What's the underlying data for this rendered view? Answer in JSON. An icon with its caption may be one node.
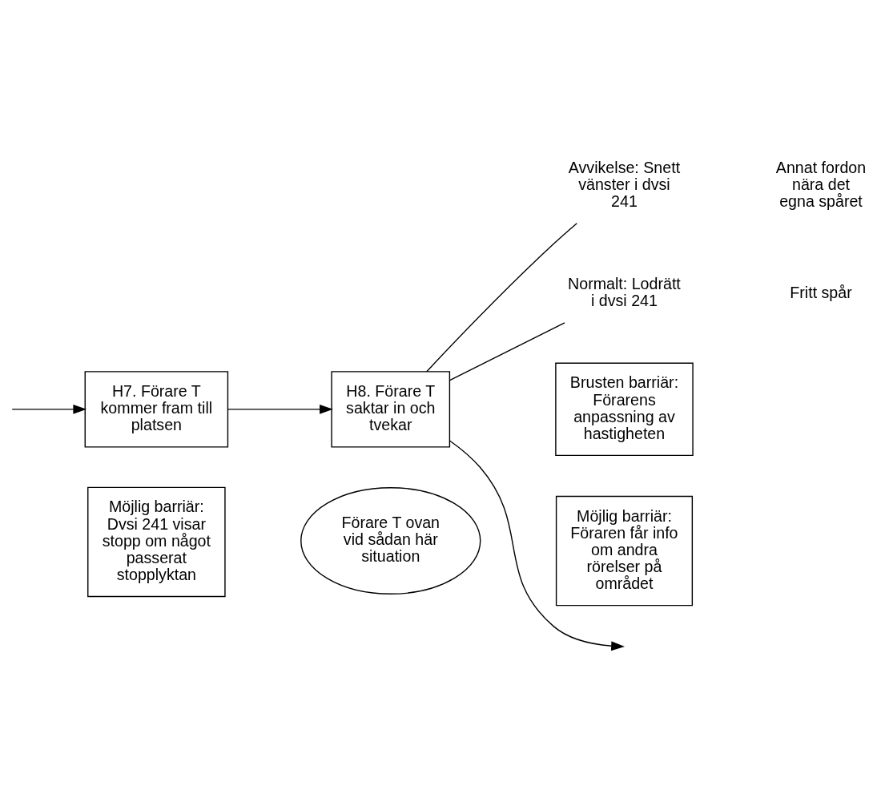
{
  "diagram": {
    "nodes": [
      {
        "text": [
          "Förare T ovan vid sådan här situation"
        ]
      },
      {
        "text": [
          "H7. Förare T kommer fram till platsen"
        ]
      },
      {
        "text": [
          "H8. Förare T saktar in och tvekar"
        ]
      },
      {
        "text": [
          "Avvikelse: Snett vänster i dvsi 241"
        ]
      },
      {
        "text": [
          "Normalt: Lodrätt i dvsi 241"
        ]
      },
      {
        "text": [
          "Möjlig barriär: Dvsi 241 visar stopp om något passerat stopplyktan"
        ]
      },
      {
        "text": [
          "Brusten barriär: Förarens anpassning av hastigheten"
        ]
      },
      {
        "text": [
          "Möjlig barriär: Föraren får info om andra rörelser på området"
        ]
      }
    ],
    "edges": [
      {
        "from": null,
        "to": 1,
        "arrow": "to"
      },
      {
        "from": 1,
        "to": 2,
        "arrow": "to"
      },
      {
        "from": 2,
        "to": null,
        "arrow": "to"
      },
      {
        "from": 2,
        "to": 3,
        "arrow": "none"
      },
      {
        "from": 2,
        "to": 4,
        "arrow": "none"
      }
    ],
    "labels": [
      "Annat fordon nära det egna spåret",
      "Fritt spår"
    ]
  }
}
